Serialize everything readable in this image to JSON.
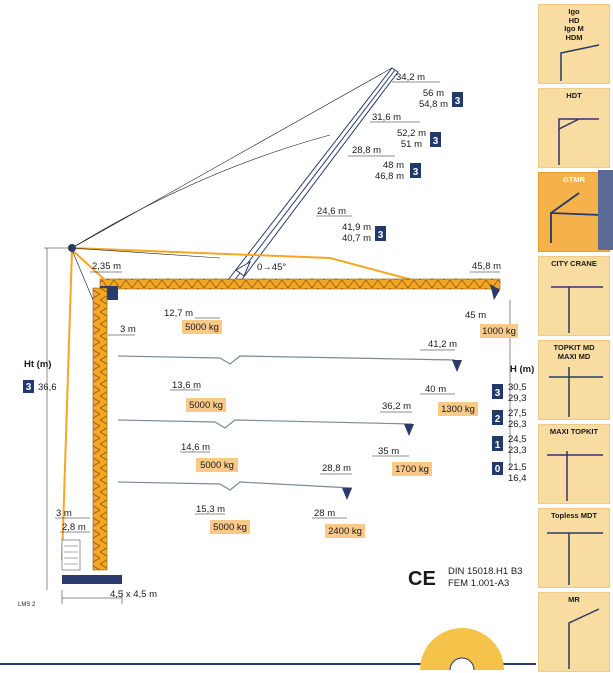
{
  "models": [
    {
      "label": "Igo\nHD\nIgo M\nHDM",
      "active": false
    },
    {
      "label": "HDT",
      "active": false
    },
    {
      "label": "GTMR",
      "active": true
    },
    {
      "label": "CITY CRANE",
      "active": false
    },
    {
      "label": "TOPKIT MD\nMAXI MD",
      "active": false
    },
    {
      "label": "MAXI TOPKIT",
      "active": false
    },
    {
      "label": "Topless MDT",
      "active": false
    },
    {
      "label": "MR",
      "active": false
    }
  ],
  "diagram": {
    "luffing": [
      {
        "reach": "34,2 m",
        "h1": "56 m",
        "h2": "54,8 m",
        "badge": "3"
      },
      {
        "reach": "31,6 m",
        "h1": "52,2 m",
        "h2": "51 m",
        "badge": "3"
      },
      {
        "reach": "28,8 m",
        "h1": "48 m",
        "h2": "46,8 m",
        "badge": "3"
      },
      {
        "reach": "24,6 m",
        "h1": "41,9 m",
        "h2": "40,7 m",
        "badge": "3"
      }
    ],
    "angle": "0→45°",
    "dim_235": "2,35 m",
    "dim_3m_top": "3 m",
    "dim_3m_bottom": "3 m",
    "dim_28": "2,8 m",
    "base": "4,5 x 4,5 m",
    "ht_label": "Ht (m)",
    "ht_badge": "3",
    "ht_value": "36,6",
    "h_label": "H (m)",
    "heights": [
      {
        "badge": "3",
        "a": "30,5",
        "b": "29,3"
      },
      {
        "badge": "2",
        "a": "27,5",
        "b": "26,3"
      },
      {
        "badge": "1",
        "a": "24,5",
        "b": "23,3"
      },
      {
        "badge": "0",
        "a": "21,5",
        "b": "16,4"
      }
    ],
    "jibs": [
      {
        "max": "45,8 m",
        "tip": "45 m",
        "tip_load": "1000 kg",
        "near": "12,7 m",
        "near_load": "5000 kg"
      },
      {
        "max": "41,2 m",
        "tip": "40 m",
        "tip_load": "1300 kg",
        "near": "13,6 m",
        "near_load": "5000 kg"
      },
      {
        "max": "36,2 m",
        "tip": "35 m",
        "tip_load": "1700 kg",
        "near": "14,6 m",
        "near_load": "5000 kg"
      },
      {
        "max": "28,8 m",
        "tip": "28 m",
        "tip_load": "2400 kg",
        "near": "15,3 m",
        "near_load": "5000 kg"
      }
    ],
    "ce": "CE",
    "norm1": "DIN 15018.H1 B3",
    "norm2": "FEM 1.001-A3",
    "footnote": "LMS 2"
  },
  "colors": {
    "jib": "#f5a623",
    "badge": "#1f3a6b",
    "load_box": "#f9c98a",
    "line": "#1a1a1a"
  }
}
